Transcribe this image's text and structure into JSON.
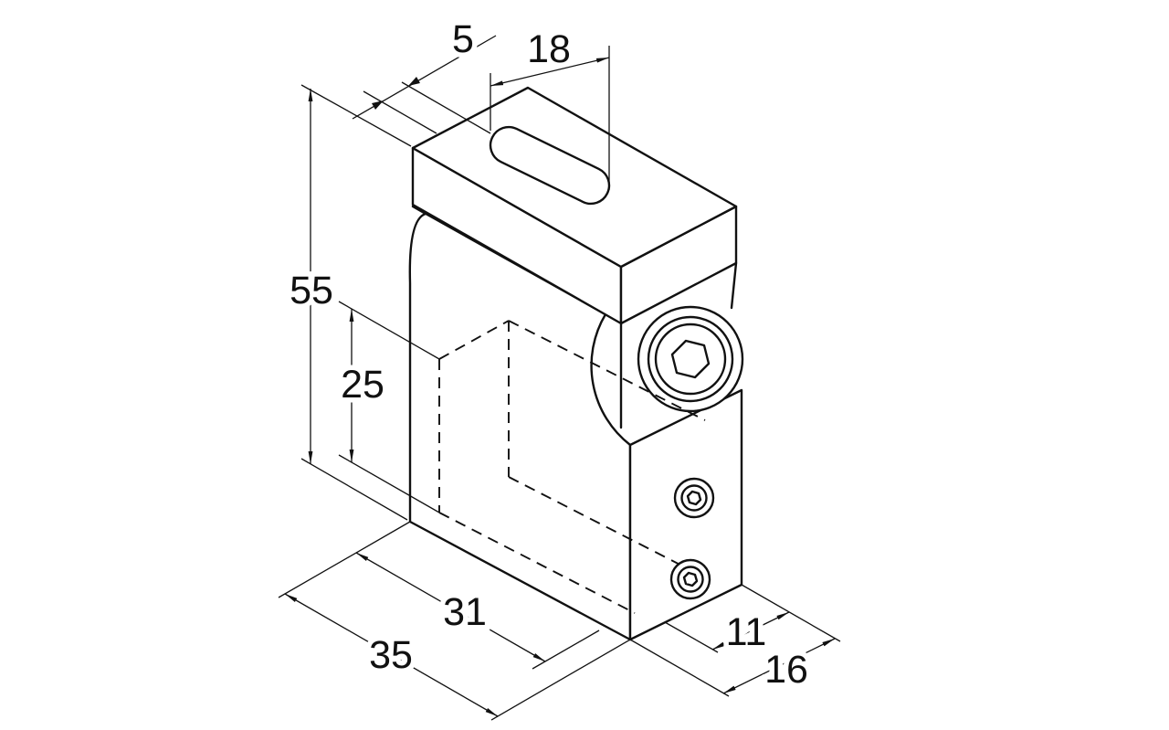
{
  "drawing": {
    "background_color": "#ffffff",
    "line_color": "#111111",
    "view": "isometric",
    "dimensions": {
      "top_offset": "5",
      "slot_length": "18",
      "overall_height": "55",
      "cavity_height": "25",
      "inner_width": "31",
      "overall_width": "35",
      "inner_depth": "11",
      "overall_depth": "16"
    }
  }
}
